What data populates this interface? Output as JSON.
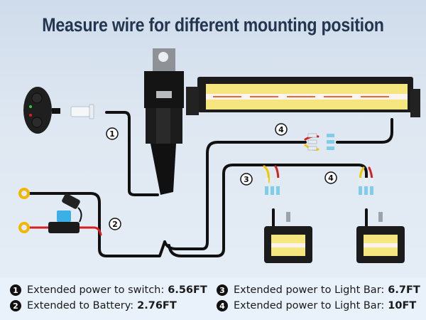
{
  "title": "Measure wire for different mounting position",
  "callouts": [
    "1",
    "2",
    "3",
    "4",
    "4"
  ],
  "components": {
    "switch": {
      "icon": "rocker-switch-icon",
      "indicator_colors": [
        "#2ecc40",
        "#e02020"
      ]
    },
    "relay": {
      "icon": "relay-icon"
    },
    "fuse": {
      "icon": "fuse-holder-icon",
      "color": "#3ab0e6"
    },
    "battery_terminals": {
      "icon": "ring-terminal-icon",
      "color": "#f2b600"
    },
    "light_bar": {
      "icon": "led-light-bar-icon"
    },
    "pod_lights": {
      "icon": "led-pod-light-icon",
      "count": 2
    }
  },
  "wire_colors": {
    "main": "#111111",
    "positive": "#d62020",
    "ground": "#f0c800",
    "connector": "#7fcde8"
  },
  "legend": [
    {
      "num": "1",
      "label": "Extended power to switch:",
      "value": "6.56FT"
    },
    {
      "num": "2",
      "label": "Extended to Battery:",
      "value": "2.76FT"
    },
    {
      "num": "3",
      "label": "Extended power to Light Bar:",
      "value": "6.7FT"
    },
    {
      "num": "4",
      "label": "Extended power to Light Bar:",
      "value": "10FT"
    }
  ]
}
